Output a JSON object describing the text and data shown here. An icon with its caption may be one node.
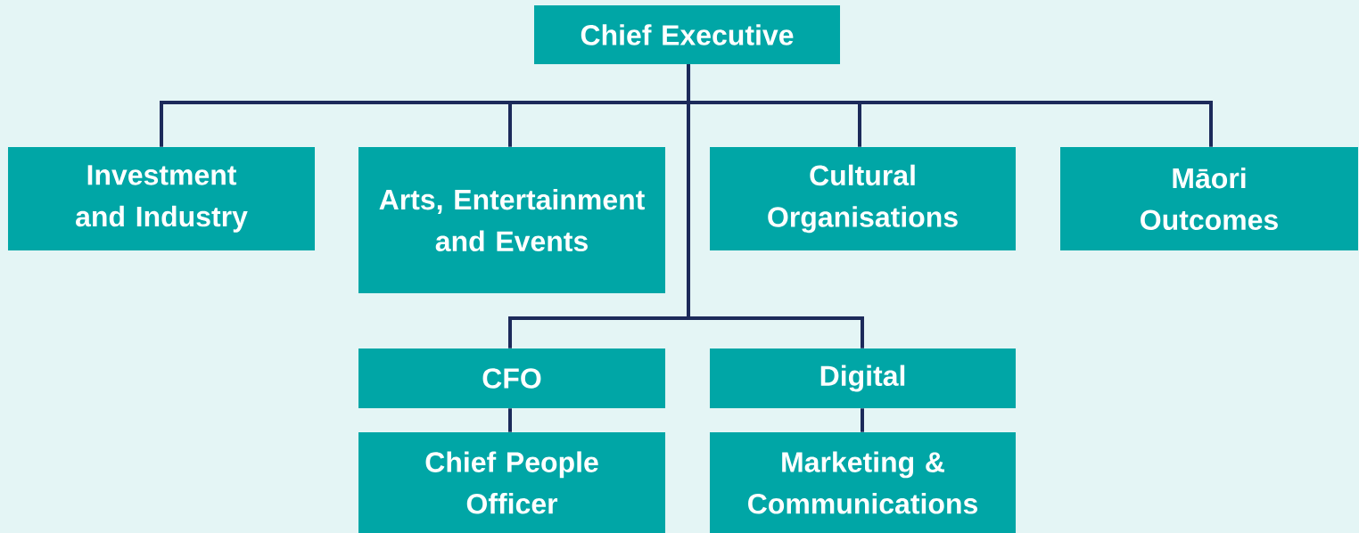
{
  "diagram": {
    "nodes": [
      {
        "text": [
          "Chief Executive"
        ]
      },
      {
        "text": [
          "Investment and Industry"
        ]
      },
      {
        "text": [
          "Arts, Entertainment and Events"
        ]
      },
      {
        "text": [
          "Cultural Organisations"
        ]
      },
      {
        "text": [
          "Māori Outcomes"
        ]
      },
      {
        "text": [
          "CFO"
        ]
      },
      {
        "text": [
          "Digital"
        ]
      },
      {
        "text": [
          "Chief People Officer"
        ]
      },
      {
        "text": [
          "Marketing & Communications"
        ]
      }
    ],
    "edges": [
      {
        "from": 0,
        "to": 1,
        "arrow": "none"
      },
      {
        "from": 0,
        "to": 2,
        "arrow": "none"
      },
      {
        "from": 0,
        "to": 3,
        "arrow": "none"
      },
      {
        "from": 0,
        "to": 4,
        "arrow": "none"
      },
      {
        "from": 0,
        "to": 5,
        "arrow": "none"
      },
      {
        "from": 0,
        "to": 6,
        "arrow": "none"
      },
      {
        "from": 5,
        "to": 7,
        "arrow": "none"
      },
      {
        "from": 6,
        "to": 8,
        "arrow": "none"
      }
    ]
  }
}
